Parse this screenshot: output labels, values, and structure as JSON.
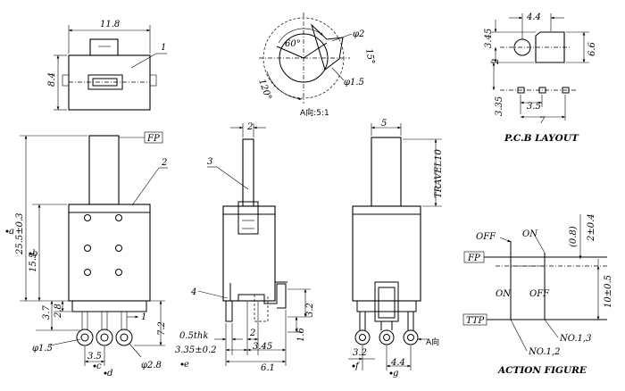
{
  "top_view": {
    "dim_width": "11.8",
    "dim_height": "8.4",
    "callout": "1"
  },
  "rotation_view": {
    "angle_small": "60°",
    "angle_large": "120°",
    "dia_a": "φ2",
    "dia_b": "φ1.5",
    "angle_b": "15°",
    "caption": "A向:5:1"
  },
  "pcb": {
    "title": "P.C.B LAYOUT",
    "dims": [
      "4.4",
      "3.45",
      "6.6",
      "2",
      "3.35",
      "3.5",
      "7"
    ]
  },
  "front_view": {
    "tag": "FP",
    "callout": "2",
    "dims": [
      "25.5±0.3",
      "15.5",
      "3.7",
      "2.8",
      "1",
      "7.2",
      "φ1.5",
      "3.5",
      "φ2.8"
    ],
    "refs": [
      "a",
      "b",
      "c",
      "d"
    ]
  },
  "side_view": {
    "callouts": [
      "3",
      "4"
    ],
    "dims": [
      "2",
      "0.5thk",
      "3.35±0.2",
      "2",
      "3.45",
      "6.1",
      "3.2",
      "1.6"
    ],
    "refs": [
      "e"
    ]
  },
  "right_view": {
    "travel": "TRAVEL10",
    "dims": [
      "5",
      "3.2",
      "4.4"
    ],
    "view_label": "A向",
    "refs": [
      "f",
      "g"
    ]
  },
  "action_figure": {
    "title": "ACTION FIGURE",
    "off_top": "OFF",
    "on_top": "ON",
    "dim_08": "(0.8)",
    "dim_2": "2±0.4",
    "dim_10": "10±0.5",
    "fp": "FP",
    "ttp": "TTP",
    "on_mid": "ON",
    "off_mid": "OFF",
    "no13": "NO.1,3",
    "no12": "NO.1,2"
  }
}
